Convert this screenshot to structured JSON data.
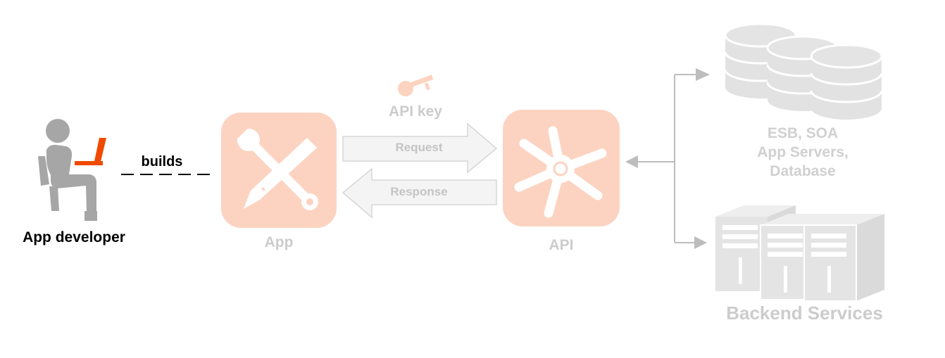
{
  "nodes": {
    "developer": {
      "label": "App developer"
    },
    "app": {
      "label": "App"
    },
    "api": {
      "label": "API"
    },
    "backend": {
      "label": "Backend Services",
      "systems": [
        "ESB, SOA",
        "App Servers,",
        "Database"
      ]
    }
  },
  "edges": {
    "builds": "builds",
    "api_key": "API key",
    "request": "Request",
    "response": "Response"
  },
  "colors": {
    "accent": "#fcd3c1",
    "person": "#a6a6a6",
    "laptop": "#f04a00",
    "muted_icon": "#e4e4e4",
    "arrow_fill": "#f4f4f4",
    "arrow_stroke": "#d6d6d6",
    "connector": "#bdbdbd"
  }
}
